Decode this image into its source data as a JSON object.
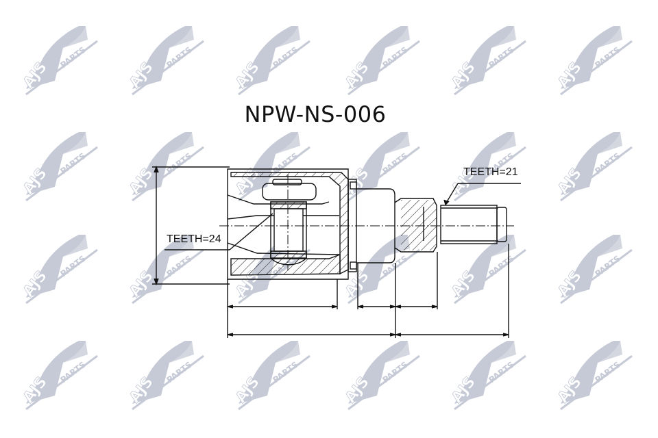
{
  "title": "NPW-NS-006",
  "watermark": {
    "text_main": "AJS",
    "text_sub": "PARTS",
    "color": "#c5cad6",
    "grid": {
      "columns_x": [
        30,
        185,
        340,
        500,
        655,
        810
      ],
      "rows_y": [
        30,
        185,
        335,
        490
      ]
    }
  },
  "labels": {
    "teeth_left": "TEETH=24",
    "teeth_right": "TEETH=21"
  },
  "colors": {
    "line": "#111111",
    "background": "#ffffff"
  }
}
